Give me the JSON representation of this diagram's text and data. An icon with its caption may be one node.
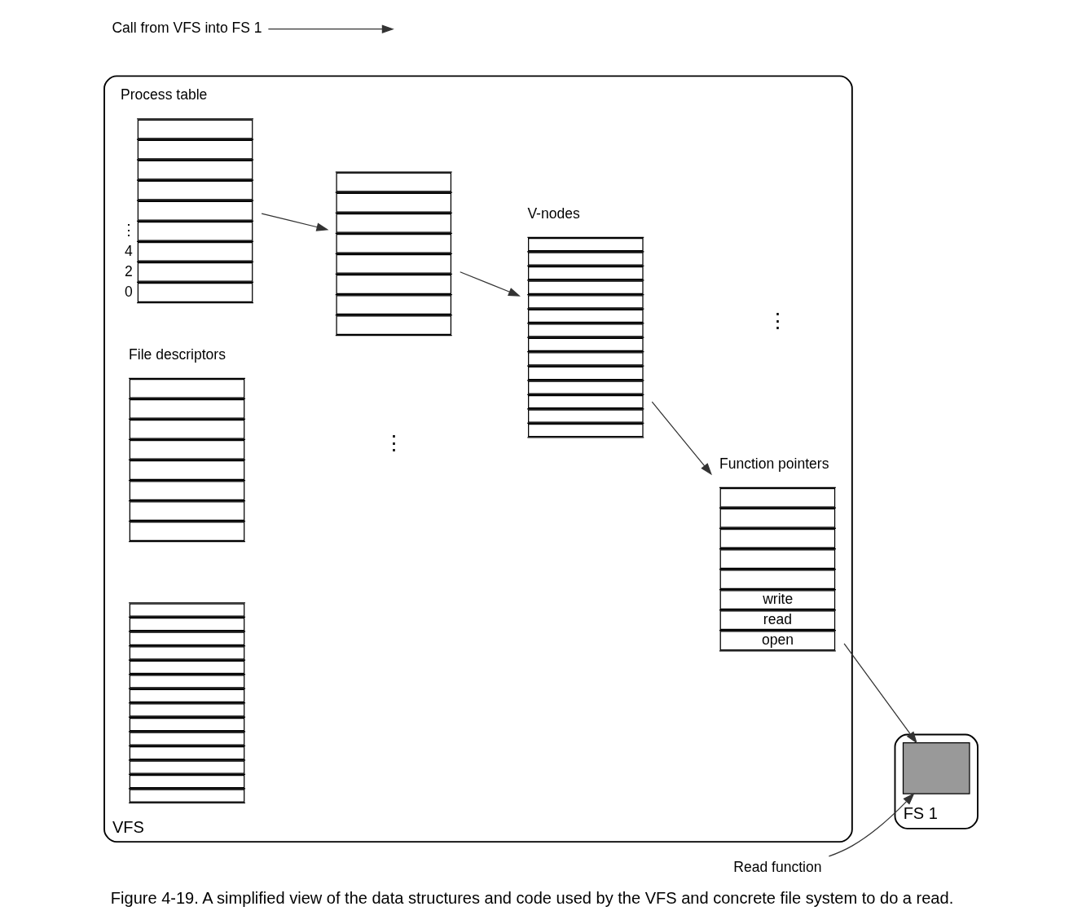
{
  "diagram": {
    "caption": "Figure 4-19. A simplified view of the data structures and code used by the VFS and concrete file system to do a read.",
    "nodes": [
      {
        "text": [
          "VFS"
        ]
      },
      {
        "text": [
          "Process table",
          "⋮",
          "4",
          "2",
          "0"
        ],
        "in": 0
      },
      {
        "text": [
          "File descriptors"
        ],
        "in": 0
      },
      {
        "text": [],
        "shape": "box",
        "in": 0
      },
      {
        "text": [
          "V-nodes"
        ],
        "in": 0
      },
      {
        "text": [],
        "shape": "box",
        "in": 0
      },
      {
        "text": [
          "Function pointers",
          "write",
          "read",
          "open"
        ],
        "in": 0
      },
      {
        "text": [
          "FS 1"
        ]
      },
      {
        "text": [],
        "shape": "box",
        "in": 7
      },
      {
        "text": [
          "Read function"
        ]
      },
      {
        "text": [
          "Call from VFS into FS 1"
        ]
      }
    ],
    "edges": [
      {
        "from": 1,
        "to": 3,
        "arrow": "to"
      },
      {
        "from": 3,
        "to": 4,
        "arrow": "to"
      },
      {
        "from": 4,
        "to": 6,
        "arrow": "to"
      },
      {
        "from": 6,
        "to": 8,
        "arrow": "to"
      },
      {
        "from": 9,
        "to": 8,
        "arrow": "to"
      },
      {
        "from": 10,
        "to": null,
        "arrow": "to"
      }
    ],
    "labels": [
      "⋮",
      "⋮"
    ]
  }
}
